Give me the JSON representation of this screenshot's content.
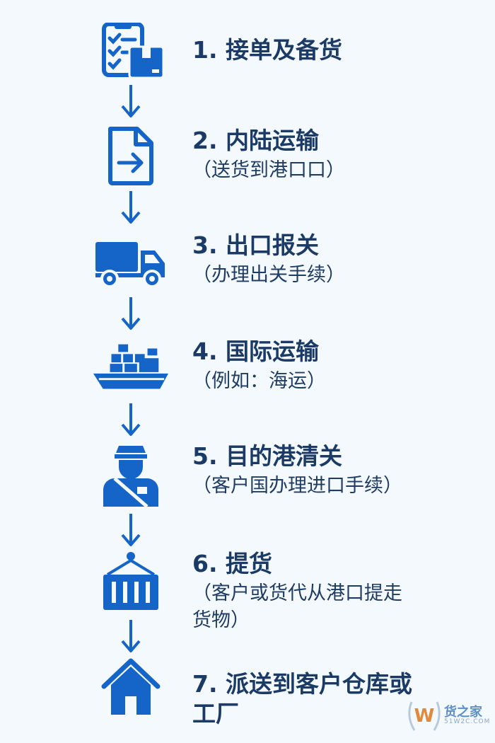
{
  "colors": {
    "icon": "#1565c8",
    "title": "#1b3b66",
    "background": "#f4f9fd"
  },
  "steps": [
    {
      "title": "1. 接单及备货",
      "subtitle": "",
      "icon": "checklist-box-icon"
    },
    {
      "title": "2. 内陆运输",
      "subtitle": "（送货到港口口）",
      "icon": "document-arrow-icon"
    },
    {
      "title": "3. 出口报关",
      "subtitle": "（办理出关手续）",
      "icon": "truck-icon"
    },
    {
      "title": "4. 国际运输",
      "subtitle": "（例如：海运）",
      "icon": "cargo-ship-icon"
    },
    {
      "title": "5. 目的港清关",
      "subtitle": "（客户国办理进口手续）",
      "icon": "customs-officer-icon"
    },
    {
      "title": "6. 提货",
      "subtitle": "（客户或货代从港口提走\n货物）",
      "icon": "hanging-container-icon"
    },
    {
      "title": "7. 派送到客户仓库或\n工厂",
      "subtitle": "",
      "icon": "house-icon"
    }
  ],
  "watermark": {
    "text": "货之家",
    "sub": "51W2C.COM",
    "logo_letter": "W"
  }
}
